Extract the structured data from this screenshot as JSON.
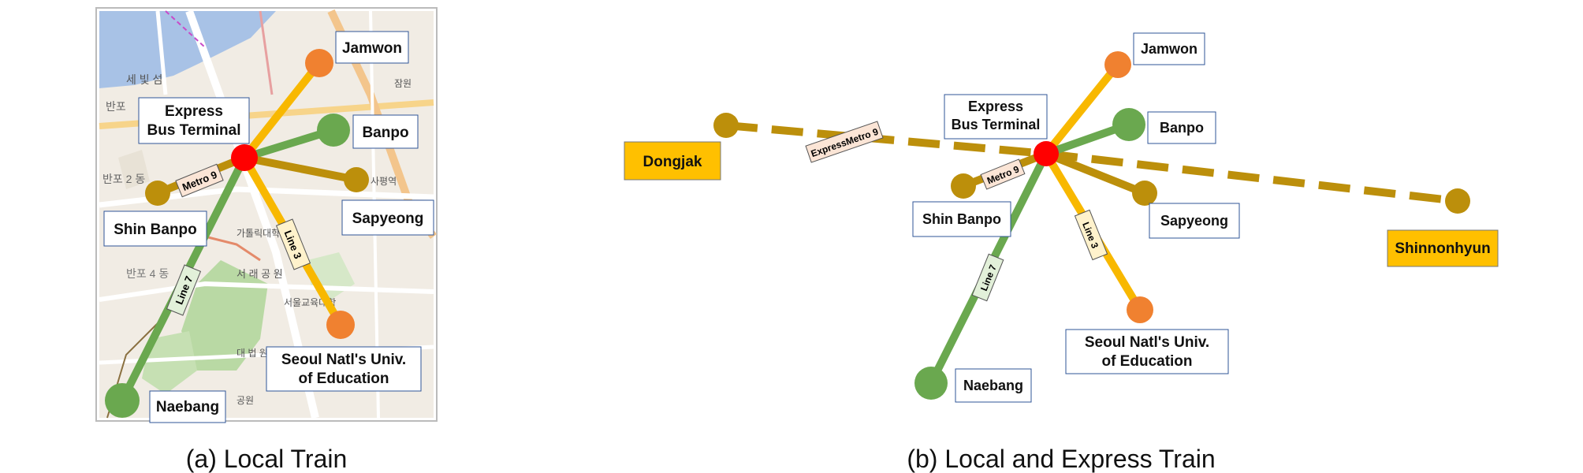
{
  "panel_a": {
    "caption": "(a) Local Train",
    "hub_label": [
      "Express",
      "Bus Terminal"
    ],
    "station_labels": {
      "jamwon": "Jamwon",
      "banpo": "Banpo",
      "sapyeong": "Sapyeong",
      "shin_banpo": "Shin Banpo",
      "naebang": "Naebang",
      "seoul_natl": [
        "Seoul Natl's Univ.",
        "of Education"
      ]
    },
    "line_tags": {
      "metro9": "Metro 9",
      "line3": "Line 3",
      "line7": "Line 7"
    },
    "map_text": [
      "세 빛 섬",
      "반포",
      "반포 2 동",
      "반포 4 동",
      "서 래 공 원",
      "대 법 원",
      "서울교육대학",
      "잠원",
      "사평역",
      "가톨릭대학",
      "공원"
    ]
  },
  "panel_b": {
    "caption": "(b) Local and Express Train",
    "hub_label": [
      "Express",
      "Bus Terminal"
    ],
    "station_labels": {
      "jamwon": "Jamwon",
      "banpo": "Banpo",
      "sapyeong": "Sapyeong",
      "shin_banpo": "Shin Banpo",
      "naebang": "Naebang",
      "seoul_natl": [
        "Seoul Natl's Univ.",
        "of Education"
      ]
    },
    "express_stations": {
      "dongjak": "Dongjak",
      "shinnonhyun": "Shinnonhyun"
    },
    "line_tags": {
      "express": "ExpressMetro 9",
      "metro9": "Metro 9",
      "line3": "Line 3",
      "line7": "Line 7"
    }
  },
  "colors": {
    "line3": "#f8b800",
    "line7": "#6aa84f",
    "metro9": "#bc8f0b",
    "hub": "#ff0000",
    "orange_station": "#f08130",
    "label_border": "#2f5597",
    "express_box": "#ffc000",
    "tag_express": "#fbe5d6",
    "tag_metro9": "#fbe5d6",
    "tag_line3": "#fff2cc",
    "tag_line7": "#e2f0d9"
  }
}
